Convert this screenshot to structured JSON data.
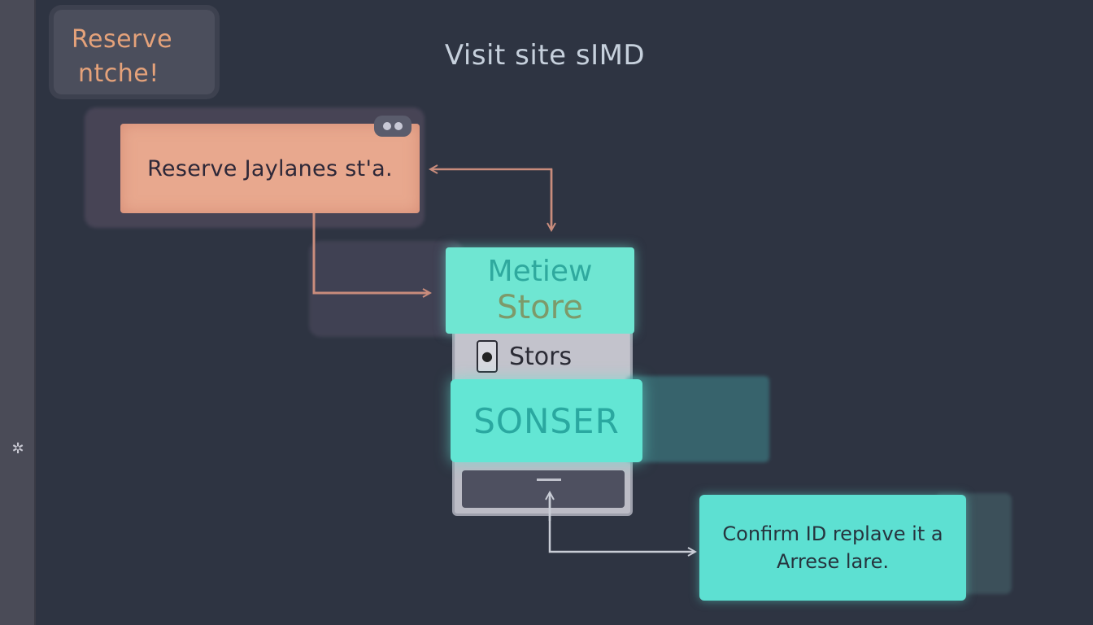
{
  "note": {
    "line1": "Reserve",
    "line2": "ntche!"
  },
  "header": {
    "title": "Visit site sIMD"
  },
  "reserve_card": {
    "label": "Reserve Jaylanes st'a."
  },
  "store_panel": {
    "title": "Metiew",
    "subtitle": "Store",
    "row_icon": "phone-icon",
    "row_label": "Stors",
    "button_label": "SONSER"
  },
  "confirm_box": {
    "line1": "Confirm ID replave it a",
    "line2": "Arrese lare."
  },
  "colors": {
    "background": "#2e3442",
    "reserve_card": "#e8a88e",
    "accent_teal": "#63e6d4",
    "connector": "#c98c7c"
  }
}
